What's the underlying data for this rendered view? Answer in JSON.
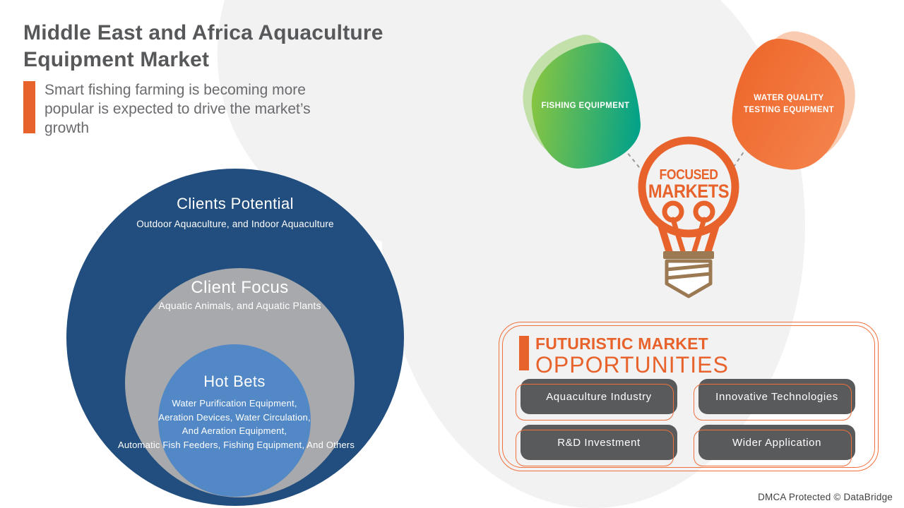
{
  "header": {
    "title_lines": [
      "Middle East and Africa Aquaculture",
      "Equipment Market"
    ],
    "subtitle": "Smart fishing farming is becoming more popular is expected to drive the market’s growth"
  },
  "circles": {
    "outer": {
      "title": "Clients Potential",
      "subtitle": "Outdoor Aquaculture, and Indoor Aquaculture"
    },
    "middle": {
      "title": "Client Focus",
      "subtitle": "Aquatic Animals, and Aquatic Plants"
    },
    "inner": {
      "title": "Hot Bets",
      "lines": [
        "Water Purification Equipment,",
        "Aeration Devices, Water Circulation,",
        "And Aeration Equipment,",
        "Automatic Fish Feeders, Fishing Equipment, And Others"
      ]
    }
  },
  "focused_markets": {
    "center_label_line1": "FOCUSED",
    "center_label_line2": "MARKETS",
    "left_node_label": "FISHING EQUIPMENT",
    "right_node_label": "WATER QUALITY TESTING EQUIPMENT"
  },
  "opportunities": {
    "title_line1": "FUTURISTIC MARKET",
    "title_line2": "OPPORTUNITIES",
    "items": [
      "Aquaculture Industry",
      "Innovative Technologies",
      "R&D Investment",
      "Wider Application"
    ]
  },
  "footer": {
    "dmca_text": "DMCA Protected © DataBridge"
  },
  "colors": {
    "accent_orange": "#E8632C",
    "panel_outline_orange": "#F0703C",
    "navy_circle": "#214E7E",
    "gray_circle": "#A7A9AC",
    "light_blue_circle": "#5288C6",
    "button_gray": "#595A5C",
    "green_blob_start": "#8AC640",
    "green_blob_end": "#00A18A",
    "orange_blob": "#EE6A2E",
    "bulb_base_brown": "#9B7953",
    "background_blob": "#F2F2F3",
    "title_text": "#57585A"
  }
}
